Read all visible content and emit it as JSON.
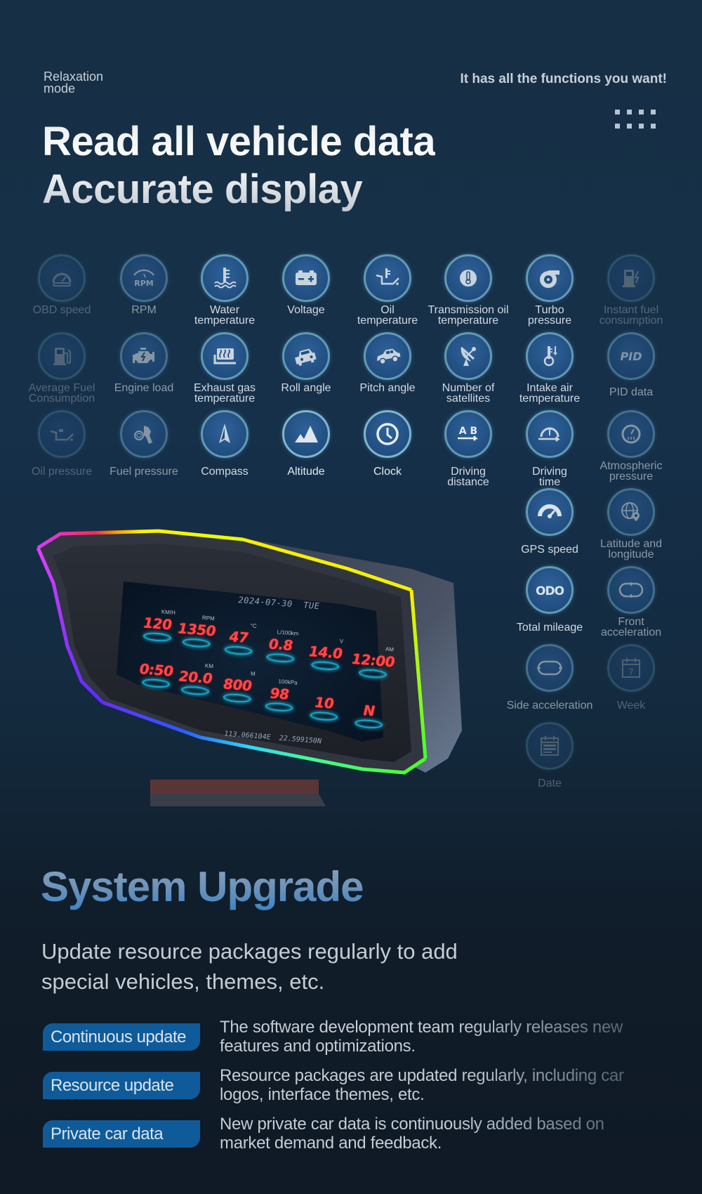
{
  "header": {
    "mode_label": "Relaxation mode",
    "tagline": "It has all the functions you want!",
    "title_line1": "Read all vehicle data",
    "title_line2": "Accurate display"
  },
  "features": [
    {
      "label": "OBD speed",
      "icon": "speedometer-icon"
    },
    {
      "label": "RPM",
      "icon": "rpm-gauge-icon"
    },
    {
      "label": "Water temperature",
      "icon": "water-temperature-icon"
    },
    {
      "label": "Voltage",
      "icon": "battery-icon"
    },
    {
      "label": "Oil temperature",
      "icon": "oil-temperature-icon"
    },
    {
      "label": "Transmission oil temperature",
      "icon": "transmission-thermometer-icon"
    },
    {
      "label": "Turbo pressure",
      "icon": "turbo-icon"
    },
    {
      "label": "Instant fuel consumption",
      "icon": "fuel-pump-lightning-icon"
    },
    {
      "label": "Average Fuel Consumption",
      "icon": "fuel-pump-icon"
    },
    {
      "label": "Engine load",
      "icon": "engine-icon"
    },
    {
      "label": "Exhaust gas temperature",
      "icon": "exhaust-heat-icon"
    },
    {
      "label": "Roll angle",
      "icon": "car-front-icon"
    },
    {
      "label": "Pitch angle",
      "icon": "car-side-icon"
    },
    {
      "label": "Number of satellites",
      "icon": "satellite-dish-icon"
    },
    {
      "label": "Intake air temperature",
      "icon": "intake-thermometer-icon"
    },
    {
      "label": "PID data",
      "icon": "pid-icon"
    },
    {
      "label": "Oil pressure",
      "icon": "oil-can-icon"
    },
    {
      "label": "Fuel pressure",
      "icon": "fuel-nozzle-gauge-icon"
    },
    {
      "label": "Compass",
      "icon": "compass-arrow-icon"
    },
    {
      "label": "Altitude",
      "icon": "mountain-icon"
    },
    {
      "label": "Clock",
      "icon": "clock-icon"
    },
    {
      "label": "Driving distance",
      "icon": "ab-distance-icon"
    },
    {
      "label": "Driving time",
      "icon": "gauge-arrow-icon"
    },
    {
      "label": "Atmospheric pressure",
      "icon": "pressure-gauge-icon"
    },
    {
      "label": "GPS speed",
      "icon": "gps-speedometer-icon"
    },
    {
      "label": "Latitude and longitude",
      "icon": "globe-pin-icon"
    },
    {
      "label": "Total mileage",
      "icon": "odo-icon"
    },
    {
      "label": "Front acceleration",
      "icon": "front-acceleration-icon"
    },
    {
      "label": "Side acceleration",
      "icon": "side-acceleration-icon"
    },
    {
      "label": "Week",
      "icon": "calendar-week-icon"
    },
    {
      "label": "Date",
      "icon": "calendar-date-icon"
    }
  ],
  "device_screen": {
    "date": "2024-07-30",
    "weekday": "TUE",
    "longitude": "113.066104E",
    "latitude": "22.599150N",
    "gauges": [
      {
        "unit": "KM/H",
        "value": "120"
      },
      {
        "unit": "RPM",
        "value": "1350"
      },
      {
        "unit": "°C",
        "value": "47"
      },
      {
        "unit": "L/100km",
        "value": "0.8"
      },
      {
        "unit": "V",
        "value": "14.0"
      },
      {
        "unit": "AM",
        "value": "12:00"
      },
      {
        "unit": "",
        "value": "0:50"
      },
      {
        "unit": "KM",
        "value": "20.0"
      },
      {
        "unit": "M",
        "value": "800"
      },
      {
        "unit": "100kPa",
        "value": "98"
      },
      {
        "unit": "",
        "value": "10"
      },
      {
        "unit": "",
        "value": "N"
      }
    ]
  },
  "system_upgrade": {
    "title": "System Upgrade",
    "subtitle": "Update resource packages regularly to add special vehicles, themes, etc.",
    "items": [
      {
        "badge": "Continuous update",
        "description": "The software development team regularly releases new features and optimizations."
      },
      {
        "badge": "Resource update",
        "description": "Resource packages are updated regularly, including car logos, interface themes, etc."
      },
      {
        "badge": "Private car data",
        "description": "New private car data is continuously added based on market demand and feedback."
      }
    ]
  },
  "colors": {
    "background_top": "#162f44",
    "background_bottom": "#0f1a26",
    "icon_circle": "#224e80",
    "icon_ring": "#5f9ab8",
    "badge": "#0f5b9a",
    "screen_value": "#ff4a4a",
    "screen_ring": "#1aa7c8"
  }
}
